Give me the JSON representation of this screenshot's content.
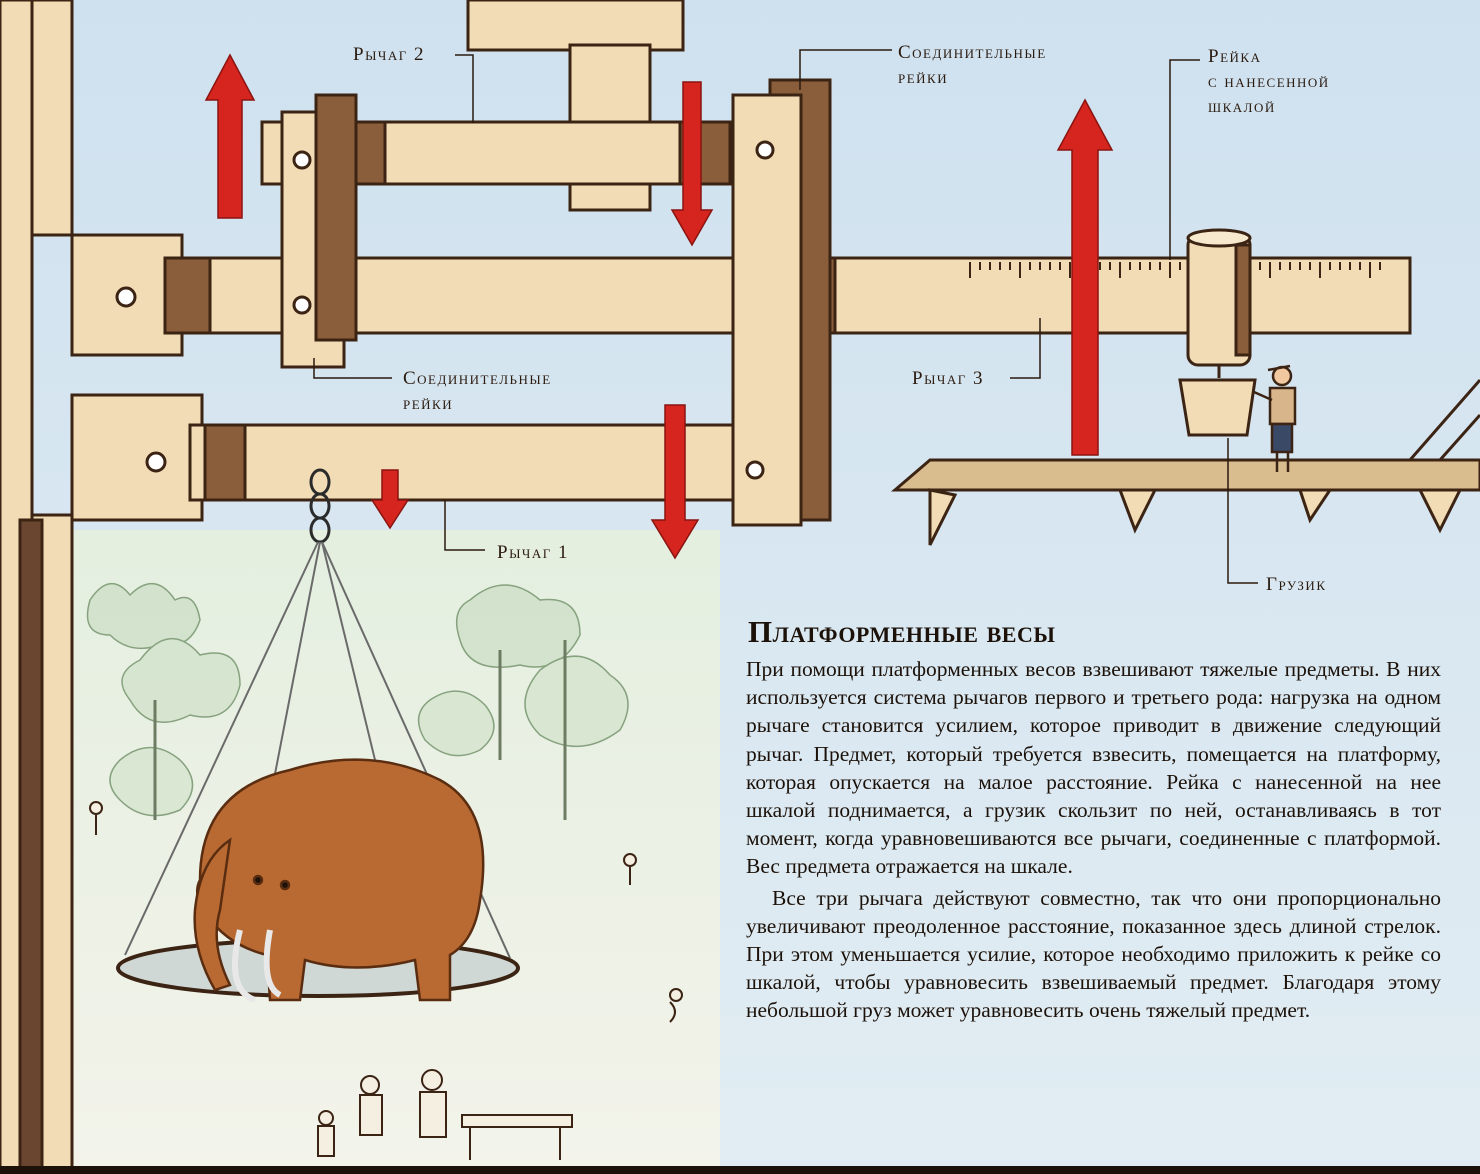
{
  "colors": {
    "sky": "#d6e6f1",
    "wood": "#f1dcb5",
    "wood_dark": "#5a3a24",
    "arrow": "#d6241e",
    "mammoth": "#b86a32",
    "text": "#1c120a"
  },
  "labels": {
    "lever2": "Рычаг 2",
    "connecting_top": "Соединительные\nрейки",
    "scale_rail": "Рейка\nс нанесенной\nшкалой",
    "connecting_mid": "Соединительные\nрейки",
    "lever3": "Рычаг 3",
    "lever1": "Рычаг 1",
    "weight": "Грузик"
  },
  "article": {
    "title": "Платформенные весы",
    "paragraph1": "При помощи платформенных весов взвешивают тяжелые предметы. В них используется система рычагов первого и третьего рода: нагрузка на одном рычаге становится усилием, которое приводит в движение следующий рычаг. Предмет, который требуется взвесить, помещается на платформу, которая опускается на малое расстояние. Рейка с нанесенной на нее шкалой поднимается, а грузик скользит по ней, останавливаясь в тот момент, когда уравновешиваются все рычаги, соединенные с платформой. Вес предмета отражается на шкале.",
    "paragraph2": "Все три рычага действуют совместно, так что они пропорционально увеличивают преодоленное расстояние, показанное здесь длиной стрелок. При этом уменьшается усилие, которое необходимо приложить к рейке со шкалой, чтобы уравновесить взвешиваемый предмет. Благодаря этому небольшой груз может уравновесить очень тяжелый предмет."
  },
  "icons": [
    "up-arrow-icon",
    "down-arrow-icon",
    "mammoth-icon",
    "scale-weight-icon",
    "worker-icon",
    "chain-hook-icon"
  ]
}
